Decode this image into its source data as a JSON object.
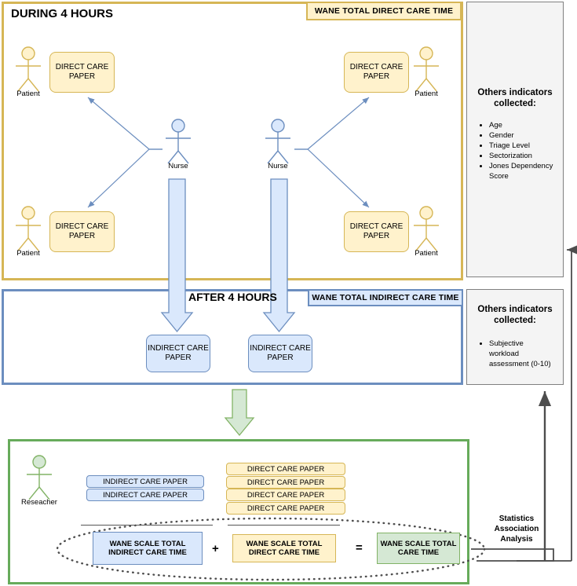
{
  "sections": {
    "during": {
      "title": "DURING 4 HOURS",
      "badge": "WANE TOTAL DIRECT CARE TIME",
      "actors": [
        {
          "name": "Patient",
          "position": "top-left"
        },
        {
          "name": "Patient",
          "position": "bottom-left"
        },
        {
          "name": "Patient",
          "position": "top-right"
        },
        {
          "name": "Patient",
          "position": "bottom-right"
        },
        {
          "name": "Nurse",
          "position": "center-left"
        },
        {
          "name": "Nurse",
          "position": "center-right"
        }
      ],
      "papers": [
        {
          "label": "DIRECT CARE PAPER",
          "position": "top-left"
        },
        {
          "label": "DIRECT CARE PAPER",
          "position": "bottom-left"
        },
        {
          "label": "DIRECT CARE PAPER",
          "position": "top-right"
        },
        {
          "label": "DIRECT CARE PAPER",
          "position": "bottom-right"
        }
      ]
    },
    "after": {
      "title": "AFTER 4 HOURS",
      "badge": "WANE TOTAL INDIRECT CARE TIME",
      "papers": [
        {
          "label": "INDIRECT CARE PAPER"
        },
        {
          "label": "INDIRECT CARE PAPER"
        }
      ]
    },
    "analysis": {
      "actor": "Reseacher",
      "indirect_papers": [
        "INDIRECT CARE PAPER",
        "INDIRECT CARE PAPER"
      ],
      "direct_papers": [
        "DIRECT CARE PAPER",
        "DIRECT CARE PAPER",
        "DIRECT CARE PAPER",
        "DIRECT CARE PAPER"
      ],
      "equation": {
        "term_1": "WANE SCALE TOTAL INDIRECT CARE TIME",
        "operator_1": "+",
        "term_2": "WANE SCALE TOTAL DIRECT CARE TIME",
        "operator_2": "=",
        "result": "WANE SCALE TOTAL CARE TIME"
      }
    }
  },
  "indicator_panels": [
    {
      "title": "Others indicators collected:",
      "items": [
        "Age",
        "Gender",
        "Triage Level",
        "Sectorization",
        "Jones Dependency Score"
      ]
    },
    {
      "title": "Others indicators collected:",
      "items": [
        "Subjective workload assessment (0-10)"
      ]
    }
  ],
  "statistics_label": "Statistics Association Analysis",
  "colors": {
    "yellow_fill": "#fff2cc",
    "yellow_border": "#d6b656",
    "blue_fill": "#dae8fc",
    "blue_border": "#6c8ebf",
    "green_fill": "#d5e8d4",
    "green_border": "#82b366",
    "gray_fill": "#f4f4f4",
    "gray_border": "#808080",
    "arrow_dark": "#4d4d4d"
  }
}
